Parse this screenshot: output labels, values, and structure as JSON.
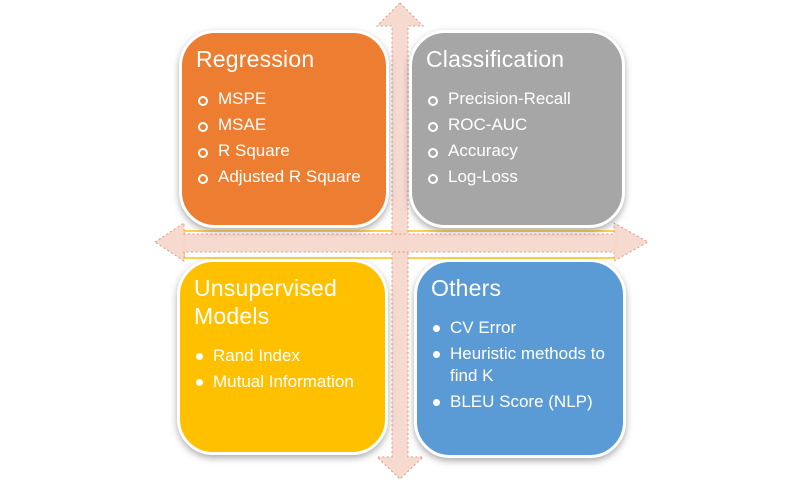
{
  "quadrants": [
    {
      "title": "Regression",
      "color": "#ED7D31",
      "bullet_style": "hollow-circle",
      "items": [
        "MSPE",
        "MSAE",
        "R Square",
        "Adjusted R Square"
      ]
    },
    {
      "title": "Classification",
      "color": "#A6A6A6",
      "bullet_style": "hollow-circle",
      "items": [
        "Precision-Recall",
        "ROC-AUC",
        "Accuracy",
        "Log-Loss"
      ]
    },
    {
      "title": "Unsupervised Models",
      "color": "#FFC000",
      "bullet_style": "solid-circle",
      "items": [
        "Rand Index",
        "Mutual Information"
      ]
    },
    {
      "title": "Others",
      "color": "#5B9BD5",
      "bullet_style": "solid-circle",
      "items": [
        "CV Error",
        "Heuristic methods to find K",
        "BLEU Score (NLP)"
      ]
    }
  ],
  "axes": {
    "arrow_fill": "#F6D9CE",
    "arrow_edge": "#E3907E",
    "line_color": "#FFD24D",
    "background": "#FFFFFF"
  }
}
